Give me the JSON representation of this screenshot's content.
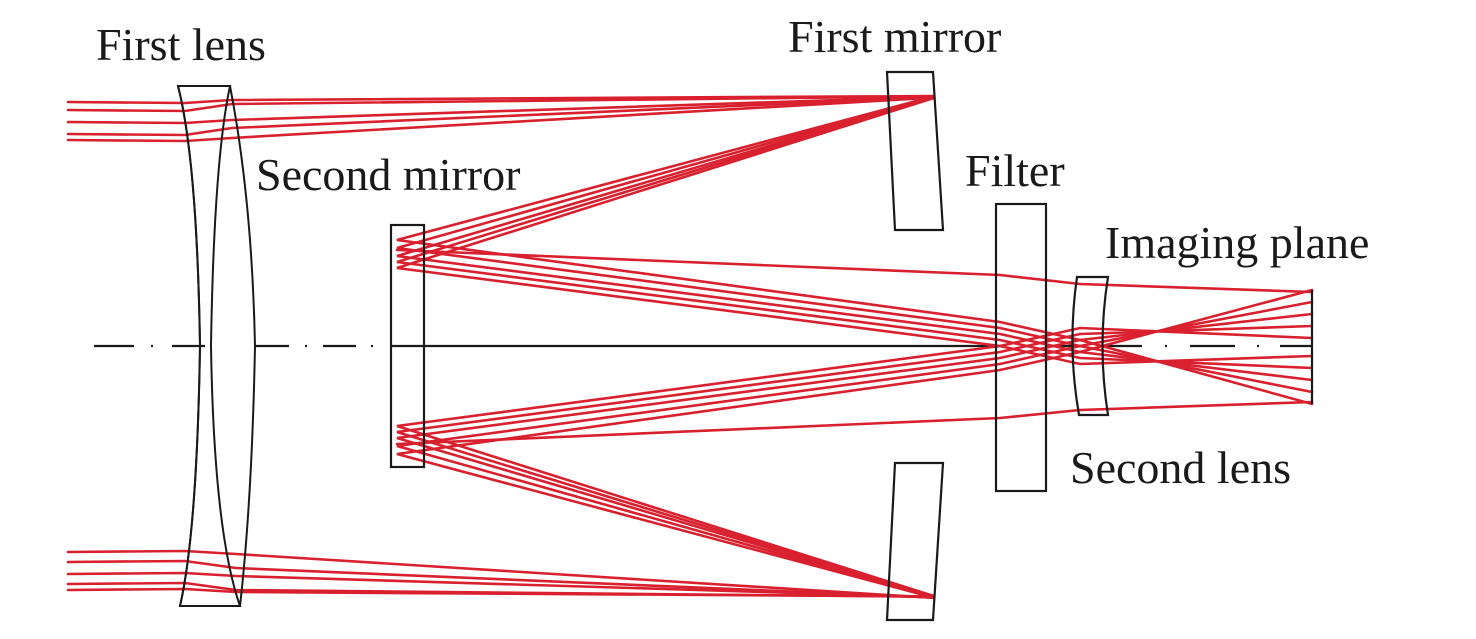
{
  "diagram": {
    "type": "optical-layout",
    "labels": {
      "first_lens": "First lens",
      "first_mirror": "First mirror",
      "second_mirror": "Second mirror",
      "filter": "Filter",
      "imaging_plane": "Imaging plane",
      "second_lens": "Second lens"
    },
    "colors": {
      "ray": "#d9202e",
      "outline": "#1a1a1a",
      "background": "#ffffff"
    }
  }
}
